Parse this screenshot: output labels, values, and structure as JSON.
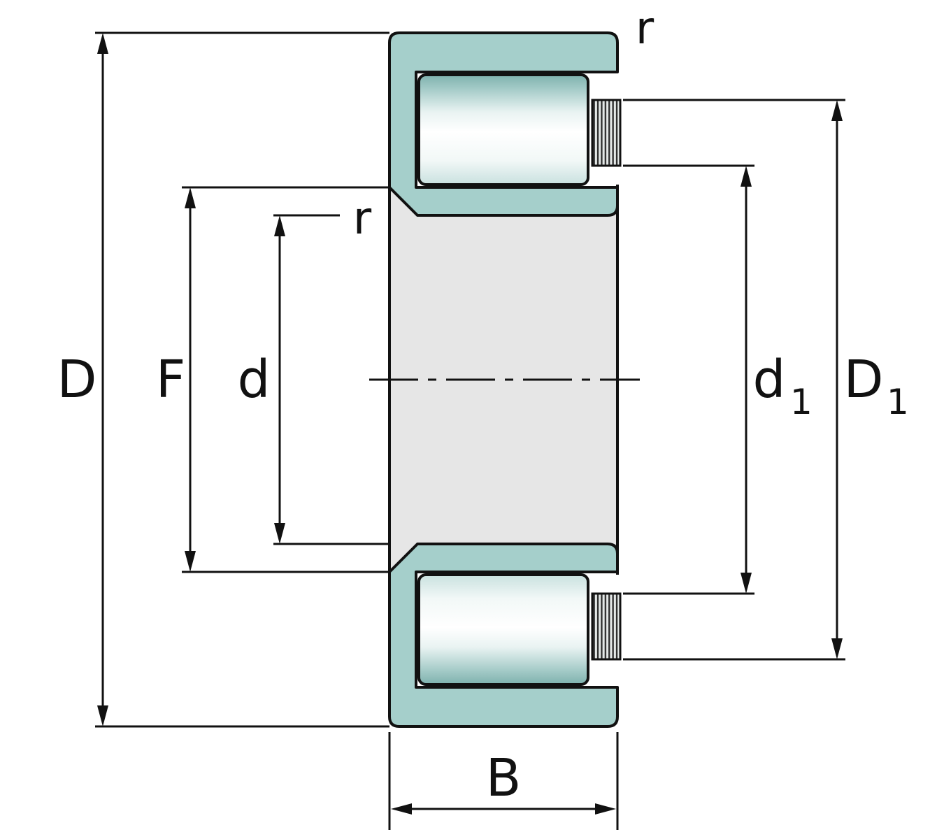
{
  "diagram": {
    "kind": "cylindrical-roller-bearing-cross-section",
    "labels": {
      "D": "D",
      "F": "F",
      "d": "d",
      "r_left": "r",
      "r_top_right": "r",
      "d1_base": "d",
      "d1_sub": "1",
      "D1_base": "D",
      "D1_sub": "1",
      "B": "B"
    },
    "colors": {
      "background": "#ffffff",
      "ring_fill": "#a5cfcb",
      "inner_fill": "#e6e6e6",
      "outline": "#111111"
    }
  }
}
